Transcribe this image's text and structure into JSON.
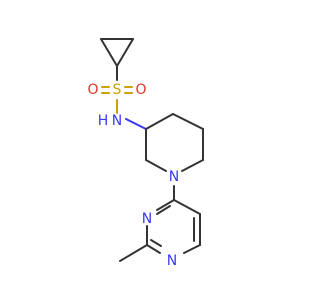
{
  "molecule": {
    "atoms": {
      "sulfur": "S",
      "oxygen_left": "O",
      "oxygen_right": "O",
      "amide_n": "N",
      "amide_h": "H",
      "piperidine_n": "N",
      "pyrimidine_n_upper": "N",
      "pyrimidine_n_lower": "N"
    },
    "colors": {
      "bond": "#333333",
      "oxygen": "#e8332b",
      "nitrogen": "#3a3aef",
      "sulfur": "#c9a400"
    }
  }
}
